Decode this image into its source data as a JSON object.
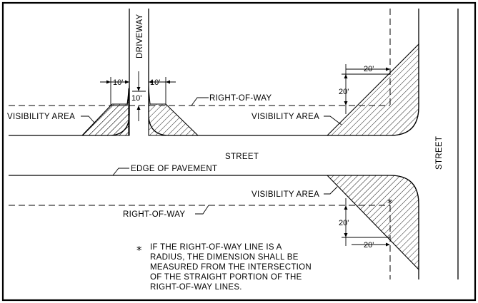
{
  "labels": {
    "driveway": "DRIVEWAY",
    "right_of_way_top": "RIGHT-OF-WAY",
    "visibility_area_left": "VISIBILITY AREA",
    "visibility_area_right": "VISIBILITY AREA",
    "visibility_area_bottom": "VISIBILITY AREA",
    "street_horizontal": "STREET",
    "street_vertical": "STREET",
    "edge_of_pavement": "EDGE OF PAVEMENT",
    "right_of_way_bottom": "RIGHT-OF-WAY"
  },
  "dimensions": {
    "left_ten": "10'",
    "right_ten": "10'",
    "center_ten": "10'",
    "top_twenty_h": "20'",
    "top_twenty_v": "20'",
    "bottom_twenty_v": "20'",
    "bottom_twenty_h": "20'"
  },
  "note": {
    "symbol": "*",
    "lines": [
      "IF THE RIGHT-OF-WAY LINE IS A",
      "RADIUS, THE DIMENSION SHALL BE",
      "MEASURED FROM THE INTERSECTION",
      "OF THE STRAIGHT PORTION OF THE",
      "RIGHT-OF-WAY LINES."
    ]
  },
  "markers": {
    "intersection_star": "*"
  }
}
